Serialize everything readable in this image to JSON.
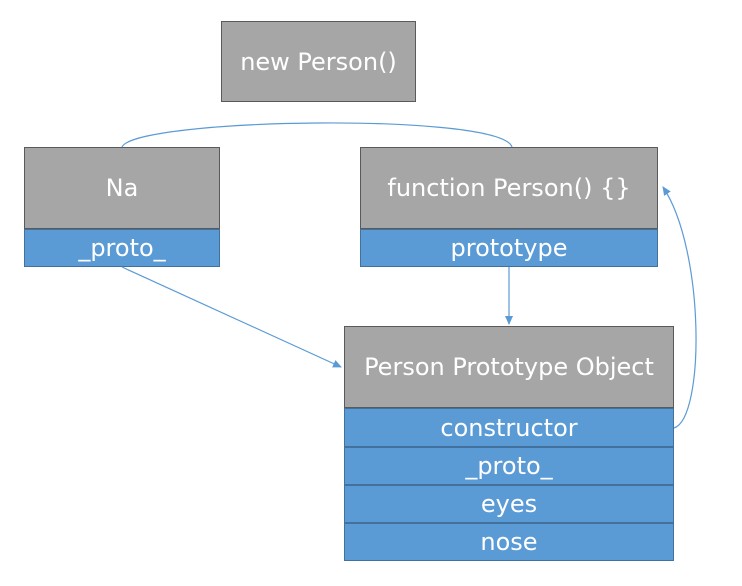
{
  "new_box": {
    "label": "new Person()"
  },
  "instance": {
    "label": "Na",
    "proto": "_proto_"
  },
  "constructor_fn": {
    "label": "function Person() {}",
    "prototype": "prototype"
  },
  "prototype_object": {
    "label": "Person Prototype Object",
    "rows": [
      "constructor",
      "_proto_",
      "eyes",
      "nose"
    ]
  },
  "colors": {
    "header": "#a6a6a6",
    "row": "#5b9bd5",
    "arrow": "#5b9bd5",
    "border": "#5a5a5a"
  }
}
